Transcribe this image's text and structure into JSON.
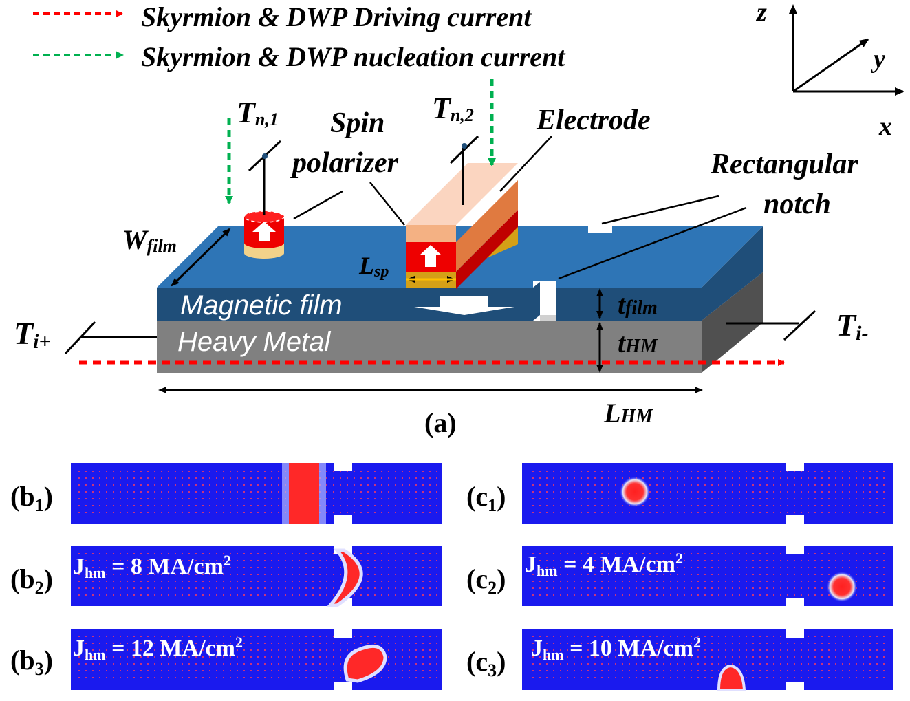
{
  "legend": {
    "driving_label": "Skyrmion & DWP Driving current",
    "nucleation_label": "Skyrmion & DWP nucleation current",
    "driving_color": "#ff0000",
    "nucleation_color": "#00b050"
  },
  "axes": {
    "z": "z",
    "y": "y",
    "x": "x"
  },
  "device": {
    "tn1_main": "T",
    "tn1_sub": "n,1",
    "tn2_main": "T",
    "tn2_sub": "n,2",
    "spin_line1": "Spin",
    "spin_line2": "polarizer",
    "electrode": "Electrode",
    "notch_line1": "Rectangular",
    "notch_line2": "notch",
    "wfilm_main": "W",
    "wfilm_sub": "film",
    "lsp_main": "L",
    "lsp_sub": "sp",
    "magnetic_film": "Magnetic film",
    "heavy_metal": "Heavy Metal",
    "tfilm_main": "t",
    "tfilm_sub": "film",
    "thm_main": "t",
    "thm_sub": "HM",
    "tiplus_main": "T",
    "tiplus_sub": "i+",
    "timinus_main": "T",
    "timinus_sub": "i-",
    "lhm_main": "L",
    "lhm_sub": "HM",
    "caption": "(a)",
    "film_color": "#2e75b6",
    "hm_color": "#808080"
  },
  "panels": {
    "b1": {
      "label_main": "(b",
      "label_sub": "1",
      "label_end": ")",
      "j_main": "",
      "j_sub": "",
      "j_value": "",
      "j_sup": ""
    },
    "b2": {
      "label_main": "(b",
      "label_sub": "2",
      "label_end": ")",
      "j_main": "J",
      "j_sub": "hm",
      "j_value": " = 8 MA/cm",
      "j_sup": "2"
    },
    "b3": {
      "label_main": "(b",
      "label_sub": "3",
      "label_end": ")",
      "j_main": "J",
      "j_sub": "hm",
      "j_value": " = 12 MA/cm",
      "j_sup": "2"
    },
    "c1": {
      "label_main": "(c",
      "label_sub": "1",
      "label_end": ")",
      "j_main": "",
      "j_sub": "",
      "j_value": "",
      "j_sup": ""
    },
    "c2": {
      "label_main": "(c",
      "label_sub": "2",
      "label_end": ")",
      "j_main": "J",
      "j_sub": "hm",
      "j_value": " = 4 MA/cm",
      "j_sup": "2"
    },
    "c3": {
      "label_main": "(c",
      "label_sub": "3",
      "label_end": ")",
      "j_main": "J",
      "j_sub": "hm",
      "j_value": " = 10 MA/cm",
      "j_sup": "2"
    }
  }
}
